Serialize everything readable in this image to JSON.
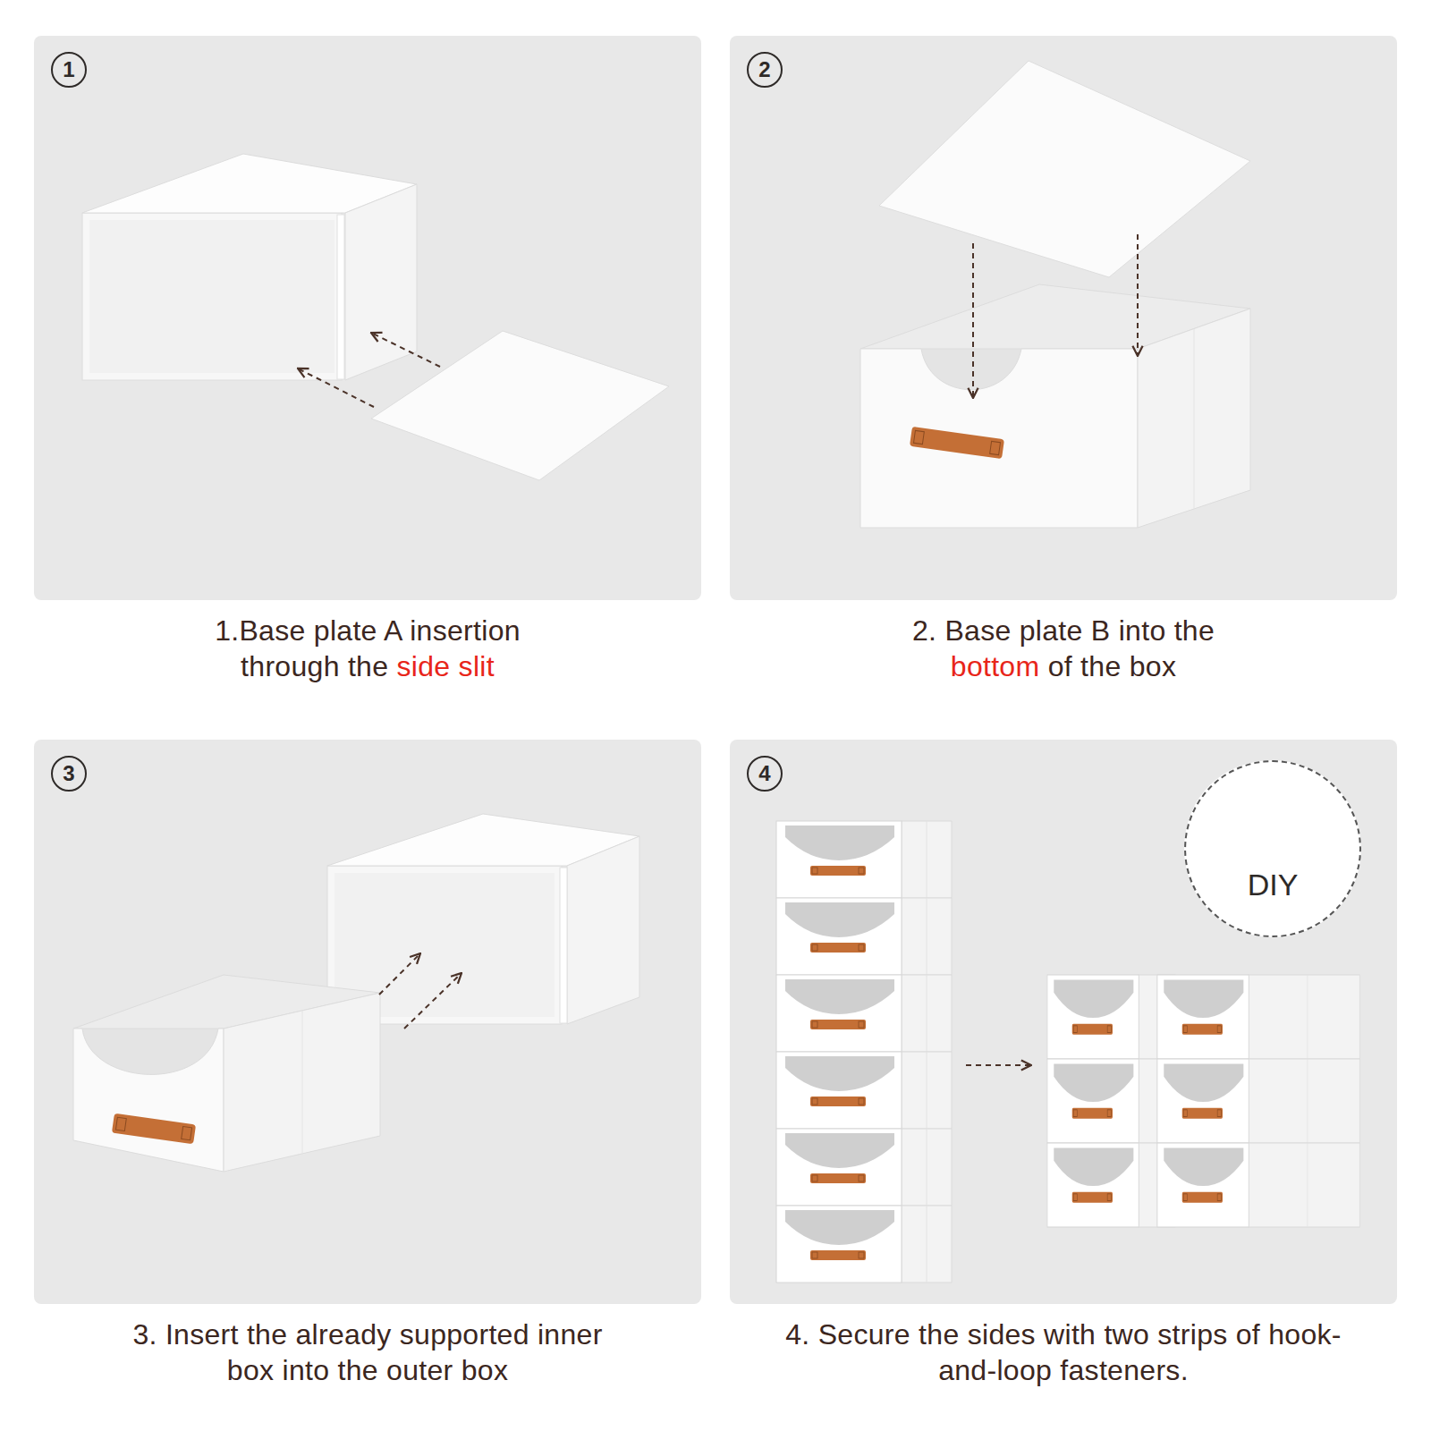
{
  "diagram": {
    "nodes": [
      {
        "text": [
          "1.Base plate A insertion through the side slit"
        ]
      },
      {
        "text": [
          "1"
        ],
        "in": 0
      },
      {
        "text": [
          "2. Base plate B into the bottom of the box"
        ]
      },
      {
        "text": [
          "2"
        ],
        "in": 2
      },
      {
        "text": [
          "3. Insert the already supported inner box into the outer box"
        ]
      },
      {
        "text": [
          "3"
        ],
        "in": 4
      },
      {
        "text": [
          "4. Secure the sides with two strips of hook-and-loop fasteners."
        ]
      },
      {
        "text": [
          "4"
        ],
        "in": 6
      },
      {
        "text": [
          "DIY"
        ],
        "in": 6
      }
    ]
  }
}
